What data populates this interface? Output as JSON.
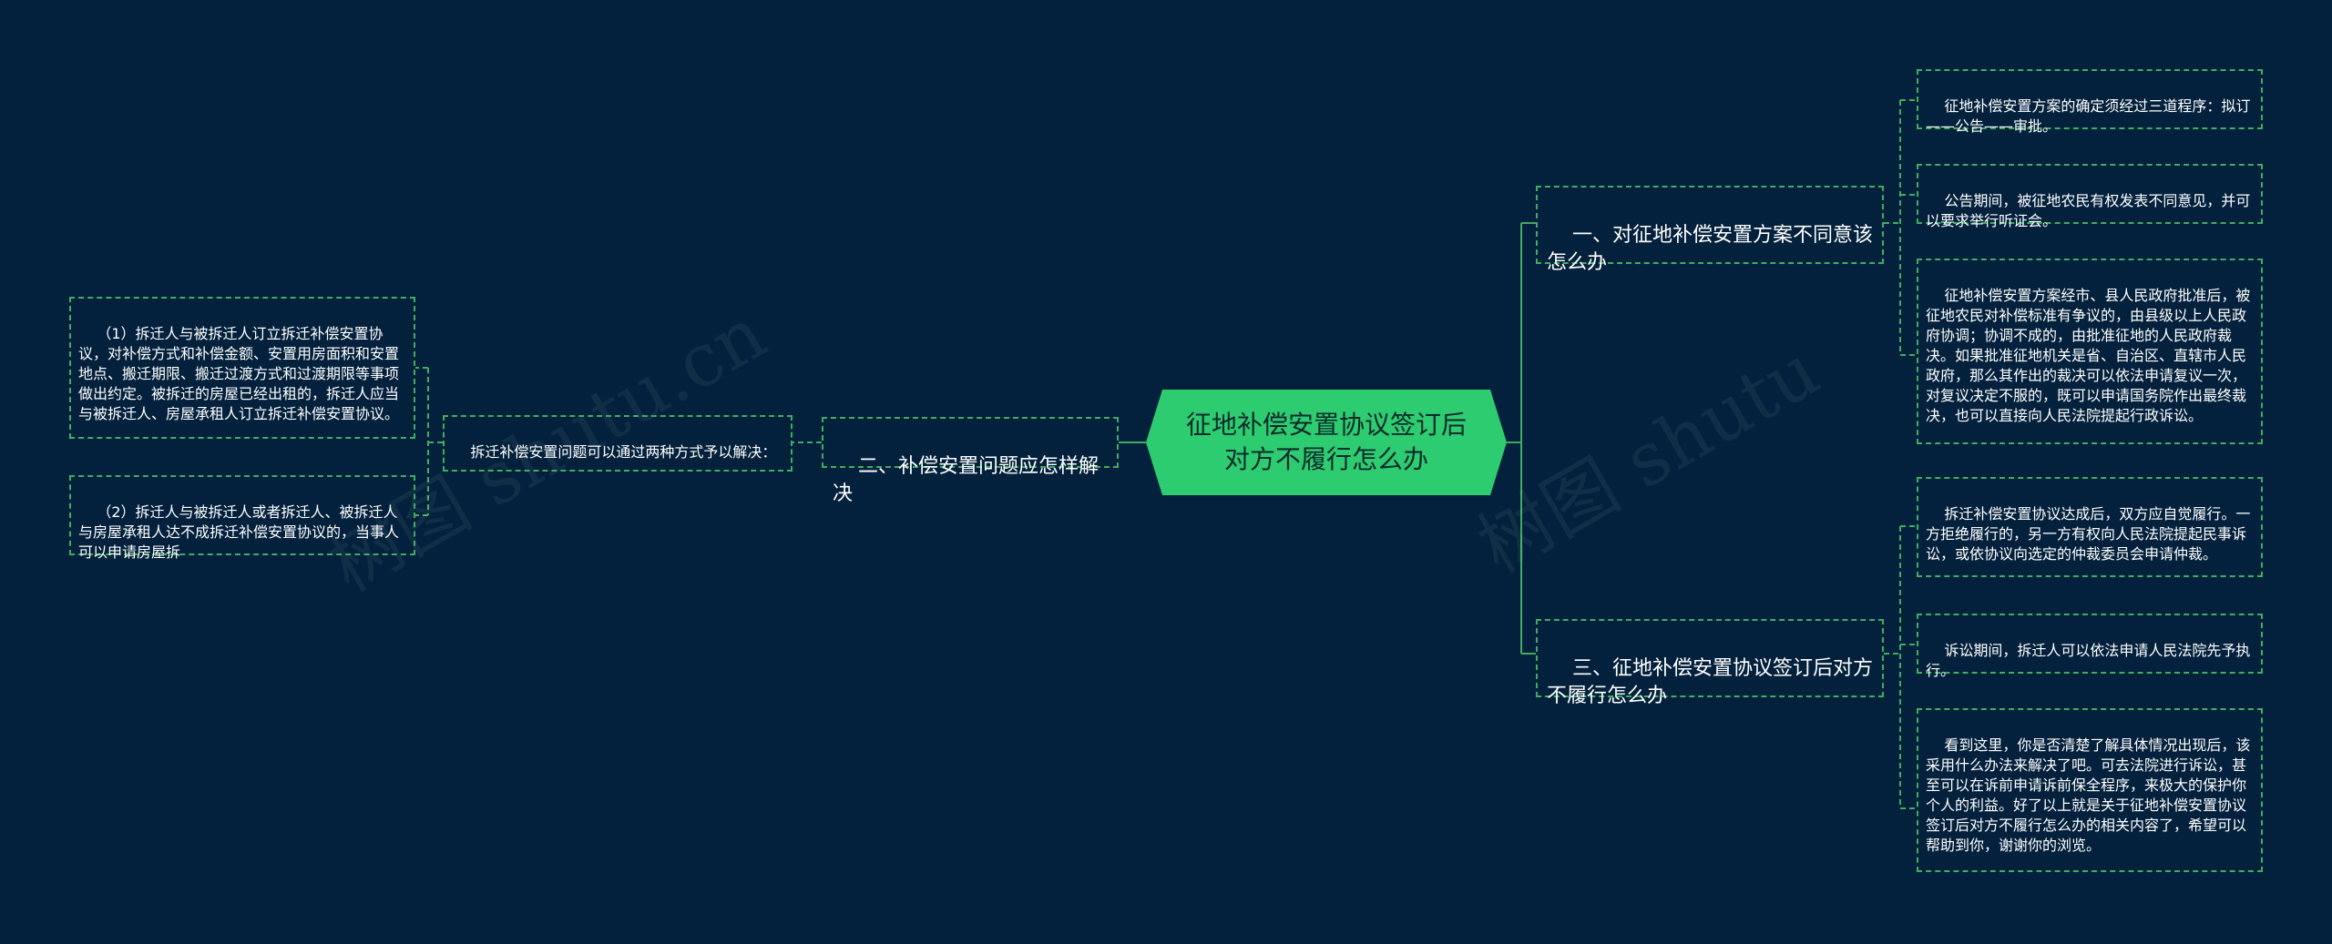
{
  "root": {
    "label": "征地补偿安置协议签订后对方不履行怎么办"
  },
  "branches": {
    "b1": {
      "label": "一、对征地补偿安置方案不同意该怎么办"
    },
    "b2": {
      "label": "二、补偿安置问题应怎样解决"
    },
    "b3": {
      "label": "三、征地补偿安置协议签订后对方不履行怎么办"
    }
  },
  "b1_children": [
    {
      "text": "征地补偿安置方案的确定须经过三道程序：拟订——公告——审批。"
    },
    {
      "text": "公告期间，被征地农民有权发表不同意见，并可以要求举行听证会。"
    },
    {
      "text": "征地补偿安置方案经市、县人民政府批准后，被征地农民对补偿标准有争议的，由县级以上人民政府协调；协调不成的，由批准征地的人民政府裁决。如果批准征地机关是省、自治区、直辖市人民政府，那么其作出的裁决可以依法申请复议一次，对复议决定不服的，既可以申请国务院作出最终裁决，也可以直接向人民法院提起行政诉讼。"
    }
  ],
  "b2_child": {
    "text": "拆迁补偿安置问题可以通过两种方式予以解决："
  },
  "b2_grandchildren": [
    {
      "text": "（1）拆迁人与被拆迁人订立拆迁补偿安置协议，对补偿方式和补偿金额、安置用房面积和安置地点、搬迁期限、搬迁过渡方式和过渡期限等事项做出约定。被拆迁的房屋已经出租的，拆迁人应当与被拆迁人、房屋承租人订立拆迁补偿安置协议。"
    },
    {
      "text": "（2）拆迁人与被拆迁人或者拆迁人、被拆迁人与房屋承租人达不成拆迁补偿安置协议的，当事人可以申请房屋拆"
    }
  ],
  "b3_children": [
    {
      "text": "拆迁补偿安置协议达成后，双方应自觉履行。一方拒绝履行的，另一方有权向人民法院提起民事诉讼，或依协议向选定的仲裁委员会申请仲裁。"
    },
    {
      "text": "诉讼期间，拆迁人可以依法申请人民法院先予执行。"
    },
    {
      "text": "看到这里，你是否清楚了解具体情况出现后，该采用什么办法来解决了吧。可去法院进行诉讼，甚至可以在诉前申请诉前保全程序，来极大的保护你个人的利益。好了以上就是关于征地补偿安置协议签订后对方不履行怎么办的相关内容了，希望可以帮助到你，谢谢你的浏览。"
    }
  ],
  "colors": {
    "background": "#03213c",
    "root_fill": "#2ecc71",
    "line": "#3fae5e",
    "text": "#ffffff"
  }
}
